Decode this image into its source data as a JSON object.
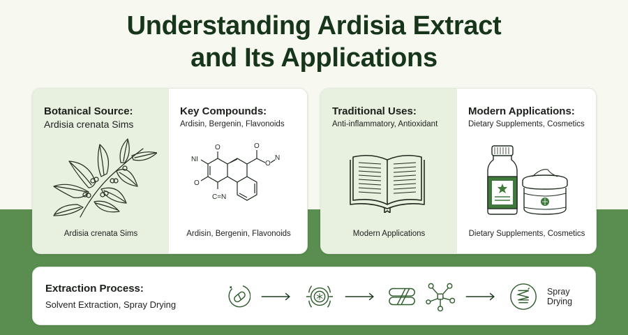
{
  "header": {
    "title_line1": "Understanding Ardisia Extract",
    "title_line2": "and Its Applications"
  },
  "colors": {
    "title": "#16351b",
    "accent_green": "#3f7a3c",
    "band_green": "#5a8e51",
    "panel_tint": "#e8f1df",
    "background": "#f7f9f1"
  },
  "cards": {
    "botanical_source": {
      "title": "Botanical Source:",
      "subtitle": "Ardisia crenata Sims",
      "icon": "plant-branch-icon",
      "caption": "Ardisia crenata Sims"
    },
    "key_compounds": {
      "title": "Key Compounds:",
      "subtitle": "Ardisin, Bergenin, Flavonoids",
      "icon": "chemical-structure-icon",
      "caption": "Ardisin, Bergenin, Flavonoids",
      "structure_labels": [
        "O",
        "O",
        "NI",
        "O",
        "N",
        "O",
        "C=N"
      ]
    },
    "traditional_uses": {
      "title": "Traditional Uses:",
      "subtitle": "Anti-inflammatory, Antioxidant",
      "icon": "open-book-icon",
      "caption": "Modern Applications"
    },
    "modern_applications": {
      "title": "Modern Applications:",
      "subtitle": "Dietary Supplements, Cosmetics",
      "icon": "bottle-and-jar-icon",
      "caption": "Dietary Supplements, Cosmetics"
    }
  },
  "extraction": {
    "title": "Extraction Process:",
    "subtitle": "Solvent Extraction, Spray Drying",
    "steps": [
      {
        "icon": "capsule-circle-icon"
      },
      {
        "icon": "arrow-right-icon"
      },
      {
        "icon": "target-dial-icon"
      },
      {
        "icon": "arrow-right-icon"
      },
      {
        "icon": "layered-filter-icon"
      },
      {
        "icon": "molecule-icon"
      },
      {
        "icon": "arrow-right-icon"
      },
      {
        "icon": "spray-coil-icon"
      }
    ],
    "final_label": "Spray Drying"
  }
}
